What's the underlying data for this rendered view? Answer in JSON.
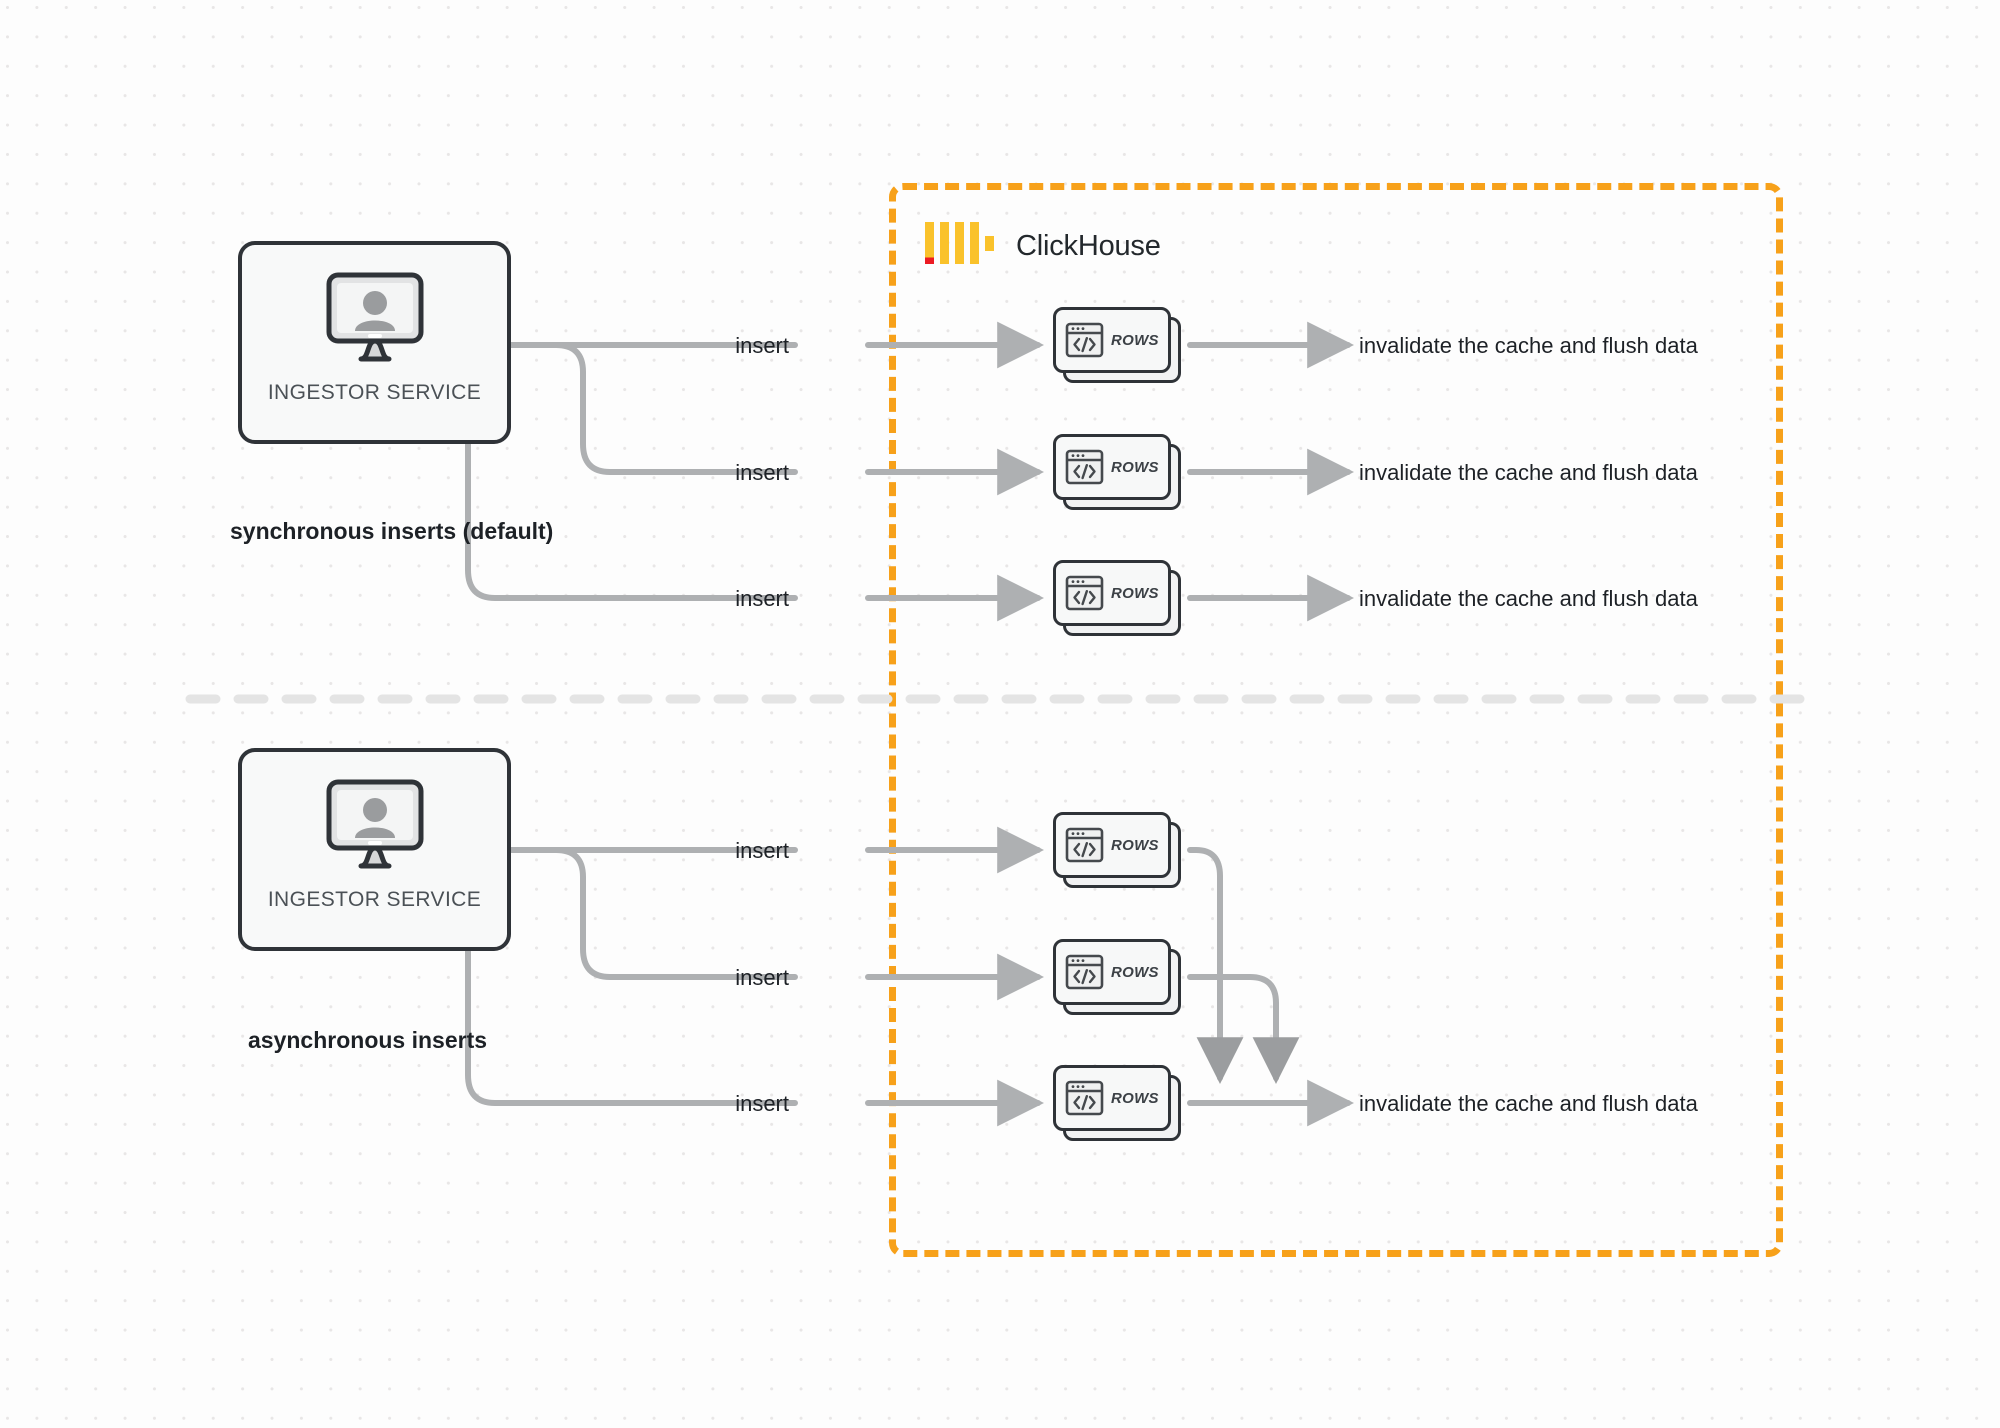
{
  "diagram": {
    "title": "ClickHouse synchronous vs asynchronous inserts",
    "colors": {
      "boundary": "#f7a11a",
      "logo_yellow": "#fac22b",
      "logo_red": "#ec1b23",
      "wire": "#aeb0b2",
      "node_stroke": "#2f3338",
      "text": "#1d2126"
    }
  },
  "clickhouse": {
    "name": "ClickHouse",
    "logo_icon": "clickhouse-logo-icon"
  },
  "sections": [
    {
      "id": "synchronous",
      "caption": "synchronous inserts (default)",
      "ingestor": {
        "label": "INGESTOR SERVICE",
        "icon": "monitor-user-icon"
      },
      "flows": [
        {
          "insert_label": "insert",
          "rows_label": "ROWS",
          "rows_icon": "code-window-icon",
          "result_label": "invalidate the cache and flush data"
        },
        {
          "insert_label": "insert",
          "rows_label": "ROWS",
          "rows_icon": "code-window-icon",
          "result_label": "invalidate the cache and flush data"
        },
        {
          "insert_label": "insert",
          "rows_label": "ROWS",
          "rows_icon": "code-window-icon",
          "result_label": "invalidate the cache and flush data"
        }
      ]
    },
    {
      "id": "asynchronous",
      "caption": "asynchronous inserts",
      "ingestor": {
        "label": "INGESTOR SERVICE",
        "icon": "monitor-user-icon"
      },
      "flows": [
        {
          "insert_label": "insert",
          "rows_label": "ROWS",
          "rows_icon": "code-window-icon"
        },
        {
          "insert_label": "insert",
          "rows_label": "ROWS",
          "rows_icon": "code-window-icon"
        },
        {
          "insert_label": "insert",
          "rows_label": "ROWS",
          "rows_icon": "code-window-icon"
        }
      ],
      "merged_result_label": "invalidate the cache and flush data"
    }
  ]
}
